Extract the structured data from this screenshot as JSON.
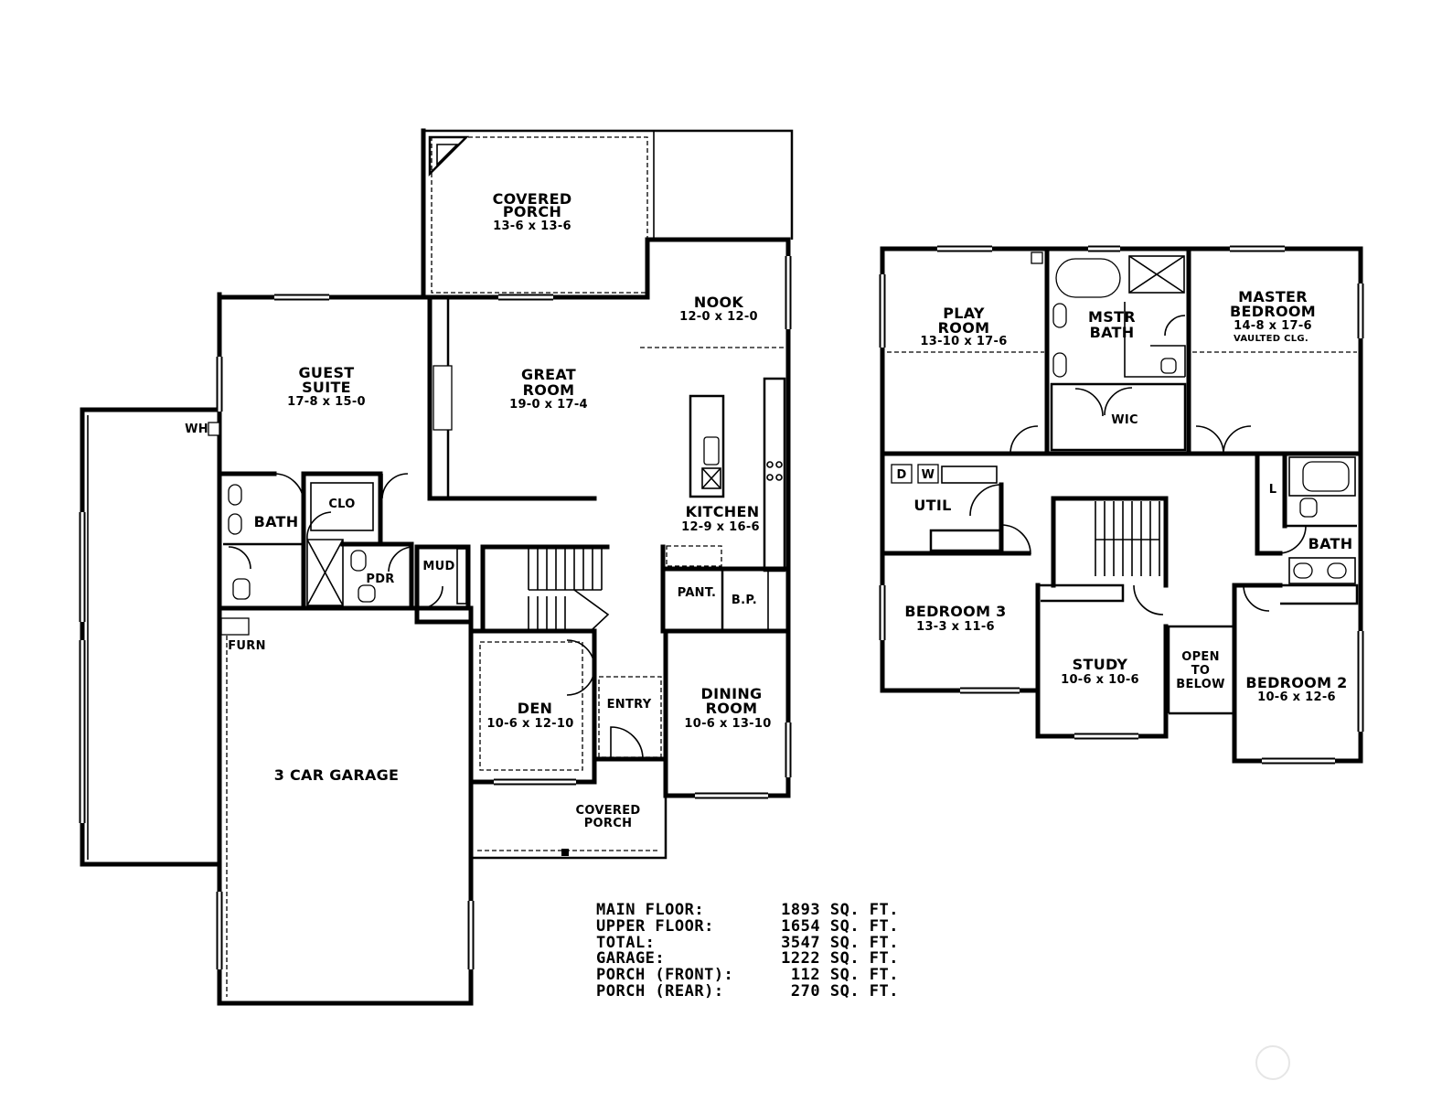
{
  "main_floor": {
    "rooms": {
      "covered_porch_rear": {
        "name_1": "COVERED",
        "name_2": "PORCH",
        "dims": "13-6 x 13-6"
      },
      "nook": {
        "name": "NOOK",
        "dims": "12-0 x 12-0"
      },
      "great_room": {
        "name_1": "GREAT",
        "name_2": "ROOM",
        "dims": "19-0 x 17-4"
      },
      "guest_suite": {
        "name_1": "GUEST",
        "name_2": "SUITE",
        "dims": "17-8 x 15-0"
      },
      "kitchen": {
        "name": "KITCHEN",
        "dims": "12-9 x 16-6"
      },
      "bath": {
        "name": "BATH"
      },
      "closet": {
        "name": "CLO"
      },
      "powder": {
        "name": "PDR"
      },
      "mud": {
        "name": "MUD"
      },
      "pantry": {
        "name": "PANT."
      },
      "butler_pantry": {
        "name": "B.P."
      },
      "water_heater": {
        "name": "WH"
      },
      "furnace": {
        "name": "FURN"
      },
      "den": {
        "name": "DEN",
        "dims": "10-6 x 12-10"
      },
      "entry": {
        "name": "ENTRY"
      },
      "dining_room": {
        "name_1": "DINING",
        "name_2": "ROOM",
        "dims": "10-6 x 13-10"
      },
      "garage": {
        "name": "3 CAR GARAGE"
      },
      "covered_porch_front": {
        "name_1": "COVERED",
        "name_2": "PORCH"
      }
    }
  },
  "upper_floor": {
    "rooms": {
      "play_room": {
        "name_1": "PLAY",
        "name_2": "ROOM",
        "dims": "13-10 x 17-6"
      },
      "master_bath": {
        "name_1": "MSTR",
        "name_2": "BATH"
      },
      "master_bedroom": {
        "name_1": "MASTER",
        "name_2": "BEDROOM",
        "dims": "14-8 x 17-6",
        "note": "VAULTED CLG."
      },
      "walk_in_closet": {
        "name": "WIC"
      },
      "utility": {
        "name": "UTIL"
      },
      "dryer": {
        "name": "D"
      },
      "washer": {
        "name": "W"
      },
      "linen": {
        "name": "L"
      },
      "bath": {
        "name": "BATH"
      },
      "bedroom_3": {
        "name": "BEDROOM 3",
        "dims": "13-3 x 11-6"
      },
      "study": {
        "name": "STUDY",
        "dims": "10-6 x 10-6"
      },
      "open_to_below": {
        "name_1": "OPEN",
        "name_2": "TO",
        "name_3": "BELOW"
      },
      "bedroom_2": {
        "name": "BEDROOM 2",
        "dims": "10-6 x 12-6"
      }
    }
  },
  "area_summary": [
    {
      "label": "MAIN FLOOR:",
      "value": "1893 SQ. FT."
    },
    {
      "label": "UPPER FLOOR:",
      "value": "1654 SQ. FT."
    },
    {
      "label": "TOTAL:",
      "value": "3547 SQ. FT."
    },
    {
      "label": "GARAGE:",
      "value": "1222 SQ. FT."
    },
    {
      "label": "PORCH (FRONT):",
      "value": "112 SQ. FT."
    },
    {
      "label": "PORCH (REAR):",
      "value": "270 SQ. FT."
    }
  ]
}
